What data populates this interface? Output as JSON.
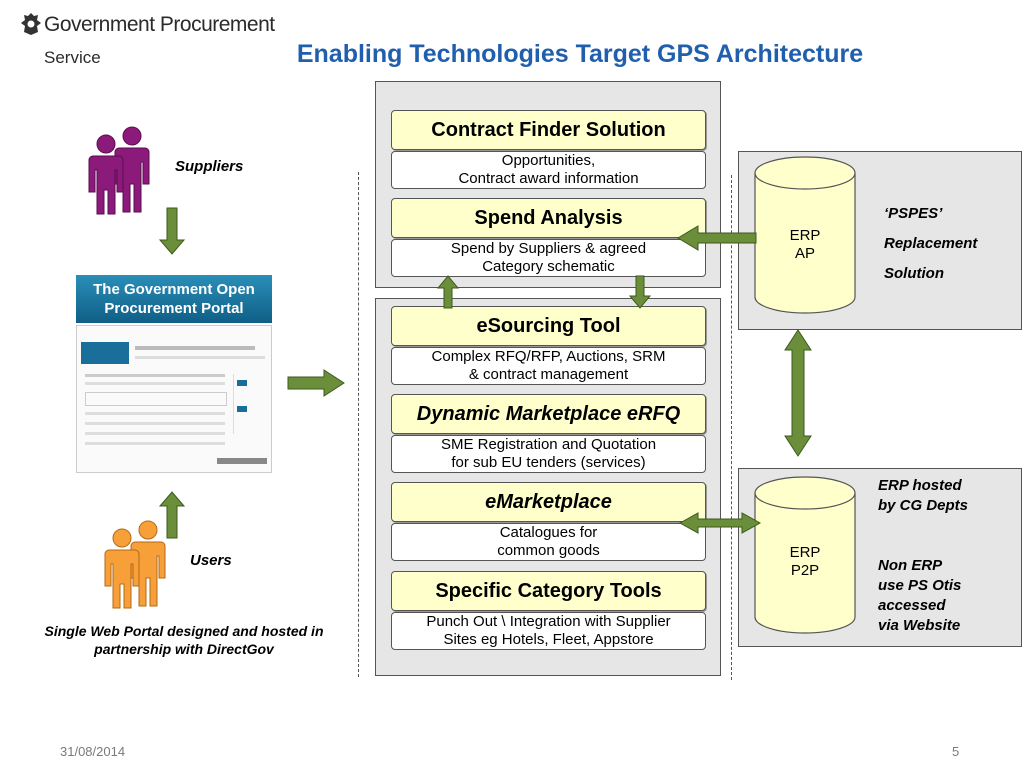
{
  "logo": {
    "line1": "Government Procurement",
    "line2": "Service",
    "crest": "crest-icon"
  },
  "title": "Enabling Technologies Target GPS Architecture",
  "suppliers_label": "Suppliers",
  "users_label": "Users",
  "portal": {
    "title": "The Government Open Procurement Portal"
  },
  "portal_caption": "Single Web Portal designed and  hosted in partnership with DirectGov",
  "top_group": [
    {
      "header": "Contract Finder Solution",
      "detail": [
        "Opportunities,",
        "Contract award information"
      ]
    },
    {
      "header": "Spend Analysis",
      "detail": [
        "Spend by Suppliers & agreed",
        "Category schematic"
      ]
    }
  ],
  "bottom_group": [
    {
      "header": "eSourcing Tool",
      "detail": [
        "Complex RFQ/RFP, Auctions, SRM",
        "& contract management"
      ],
      "italic": false
    },
    {
      "header": "Dynamic Marketplace eRFQ",
      "detail": [
        "SME Registration and Quotation",
        "for sub EU tenders (services)"
      ],
      "italic": true
    },
    {
      "header": "eMarketplace",
      "detail": [
        "Catalogues for",
        "common goods"
      ],
      "italic": true
    },
    {
      "header": "Specific Category Tools",
      "detail": [
        "Punch Out \\ Integration with Supplier",
        "Sites eg Hotels, Fleet, Appstore"
      ],
      "italic": false
    }
  ],
  "erp_ap": {
    "line1": "ERP",
    "line2": "AP"
  },
  "erp_p2p": {
    "line1": "ERP",
    "line2": "P2P"
  },
  "pspes": [
    "‘PSPES’",
    "Replacement",
    "Solution"
  ],
  "erp_hosted": [
    "ERP hosted",
    "by CG Depts"
  ],
  "non_erp": [
    "Non ERP",
    "use PS Otis",
    "accessed",
    "via Website"
  ],
  "footer": {
    "date": "31/08/2014",
    "page": "5"
  },
  "colors": {
    "title": "#1f5fae",
    "arrow": "#6b8e3a",
    "supplier": "#8b1a7a",
    "user": "#f7a03a",
    "cylinder": "#ffffcc"
  }
}
